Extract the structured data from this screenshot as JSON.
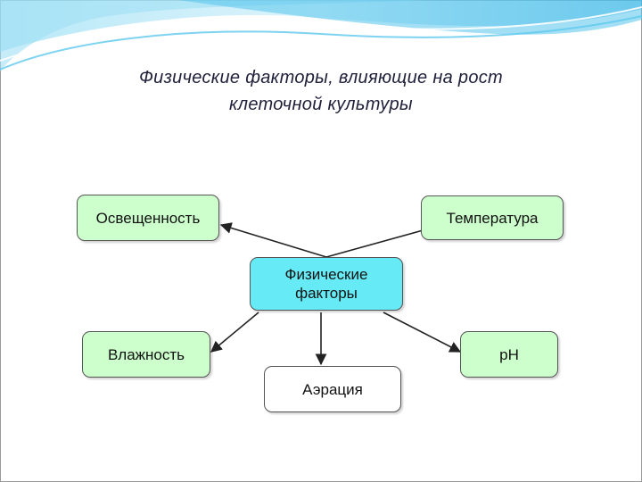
{
  "title": {
    "line1": "Физические факторы, влияющие на рост",
    "line2": "клеточной культуры"
  },
  "diagram": {
    "center": {
      "line1": "Физические",
      "line2": "факторы"
    },
    "nodes": {
      "illumination": "Освещенность",
      "temperature": "Температура",
      "humidity": "Влажность",
      "ph": "pH",
      "aeration": "Аэрация"
    }
  },
  "colors": {
    "node_fill": "#ccffcc",
    "center_fill": "#66eaf6",
    "aeration_fill": "#ffffff",
    "wave_accent": "#39b6e6"
  }
}
